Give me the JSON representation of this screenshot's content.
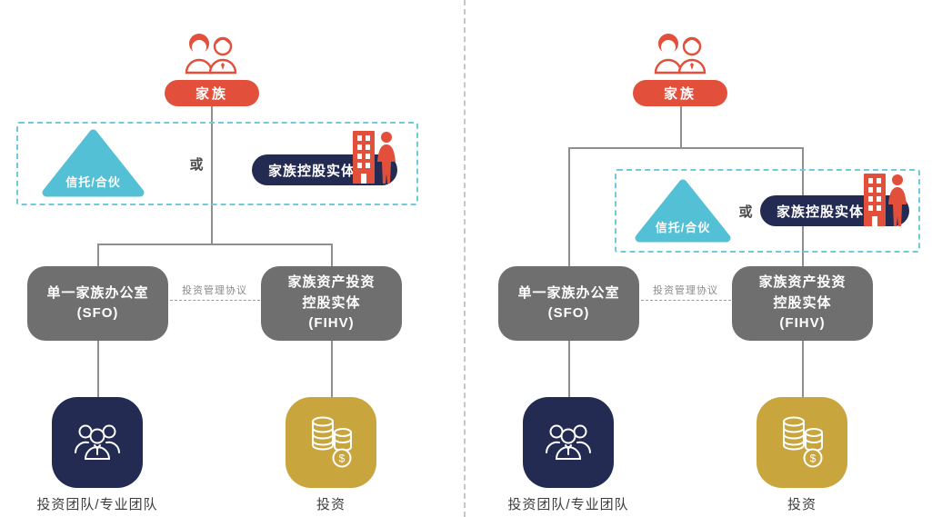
{
  "left_diagram": {
    "family_label": "家族",
    "trust_label": "信托/合伙",
    "or_label": "或",
    "holding_label": "家族控股实体",
    "sfo_line1": "单一家族办公室",
    "sfo_line2": "(SFO)",
    "fihv_line1": "家族资产投资",
    "fihv_line2": "控股实体",
    "fihv_line3": "(FIHV)",
    "agreement_label": "投资管理协议",
    "team_label": "投资团队/专业团队",
    "investment_label": "投资"
  },
  "right_diagram": {
    "family_label": "家族",
    "trust_label": "信托/合伙",
    "or_label": "或",
    "holding_label": "家族控股实体",
    "sfo_line1": "单一家族办公室",
    "sfo_line2": "(SFO)",
    "fihv_line1": "家族资产投资",
    "fihv_line2": "控股实体",
    "fihv_line3": "(FIHV)",
    "agreement_label": "投资管理协议",
    "team_label": "投资团队/专业团队",
    "investment_label": "投资"
  },
  "icons": {
    "family_couple": "couple-icon",
    "holding_entity": "building-woman-icon",
    "team": "team-people-icon",
    "investment": "coins-stack-icon",
    "dollar_glyph": "$"
  },
  "colors": {
    "red": "#E2503C",
    "cyan": "#54C0D6",
    "cyan_dashed_border": "#6FCBDC",
    "navy": "#232B53",
    "gray_box": "#6F6F6F",
    "gold": "#C9A53E",
    "connector_line": "#8F8F8F",
    "divider": "#C6C6C6"
  }
}
